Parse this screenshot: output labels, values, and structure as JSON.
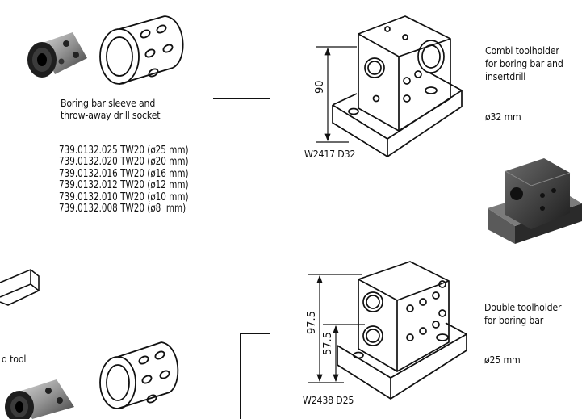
{
  "sleeve": {
    "caption_line1": "Boring bar sleeve and",
    "caption_line2": "throw-away drill socket",
    "codes": [
      "739.0132.025 TW20 (ø25 mm)",
      "739.0132.020 TW20 (ø20 mm)",
      "739.0132.016 TW20 (ø16 mm)",
      "739.0132.012 TW20 (ø12 mm)",
      "739.0132.010 TW20 (ø10 mm)",
      "739.0132.008 TW20 (ø8  mm)"
    ]
  },
  "combi_holder": {
    "desc_line1": "Combi toolholder",
    "desc_line2": "for boring bar and",
    "desc_line3": "insertdrill",
    "diameter": "ø32 mm",
    "dim_height": "90",
    "code": "W2417 D32"
  },
  "double_holder": {
    "desc_line1": "Double toolholder",
    "desc_line2": "for boring bar",
    "diameter": "ø25 mm",
    "dim_height_1": "97.5",
    "dim_height_2": "57.5",
    "code": "W2438 D25"
  },
  "partial": {
    "tool_label": "d tool"
  }
}
